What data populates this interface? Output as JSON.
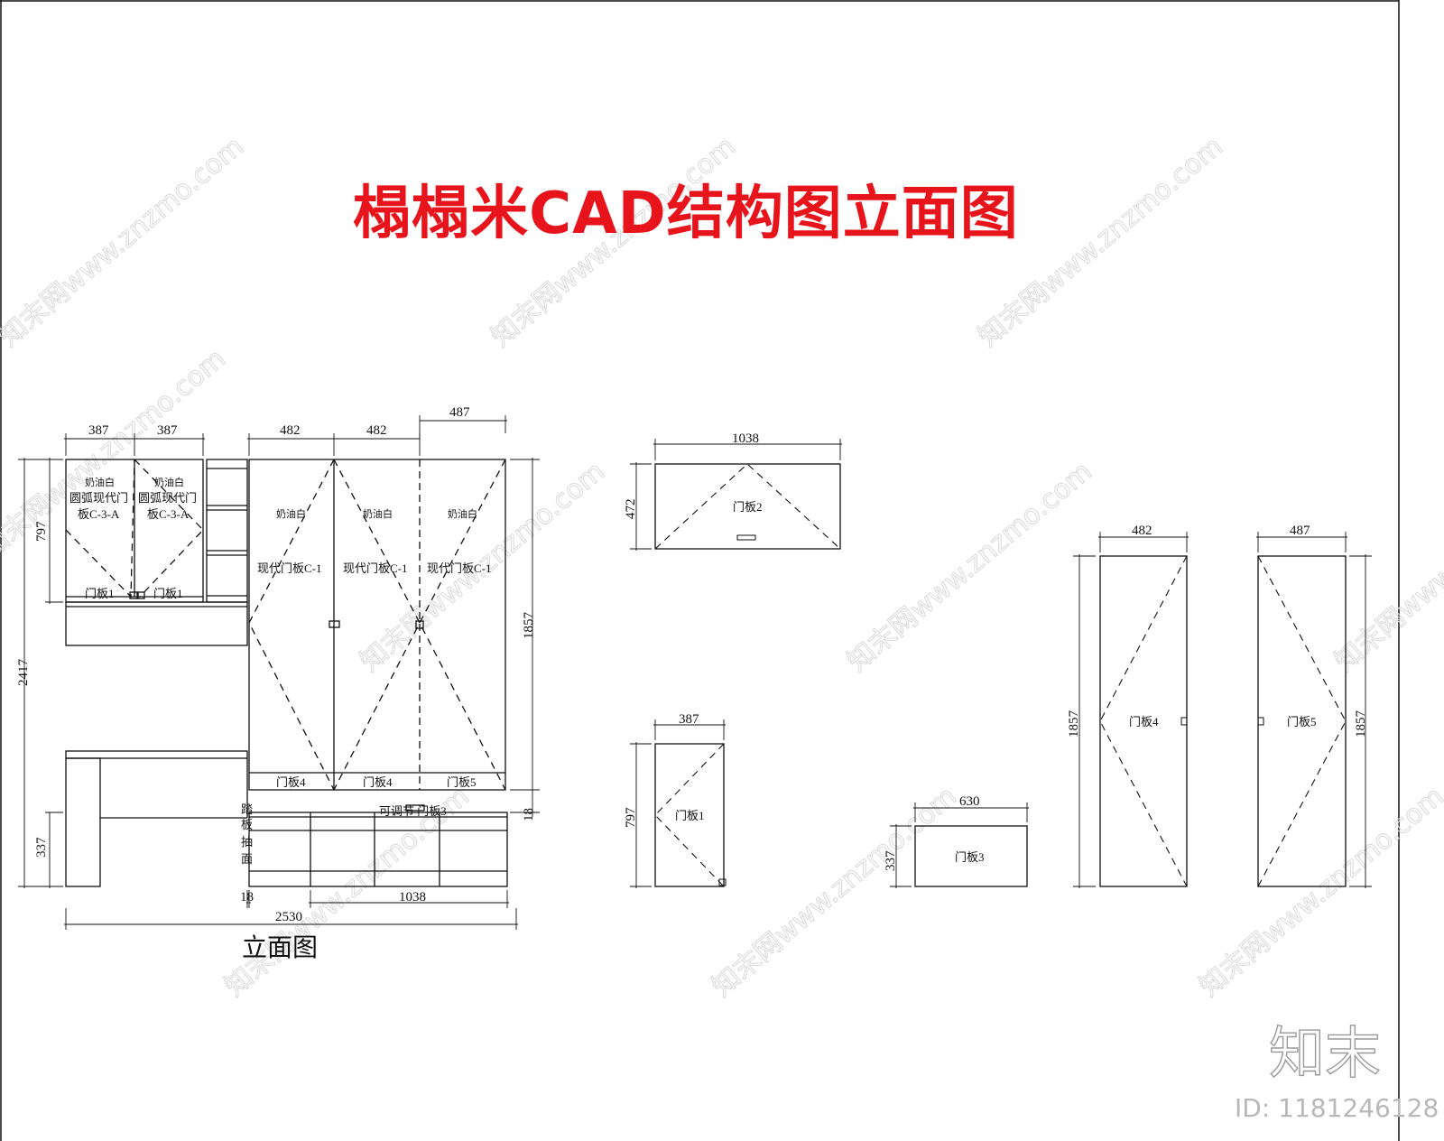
{
  "title": "榻榻米CAD结构图立面图",
  "caption": "立面图",
  "watermark": "知末网www.znzmo.com",
  "logo_text": "知末",
  "id_text": "ID: 1181246128",
  "elevation": {
    "dims": {
      "upper_left_1": "387",
      "upper_left_2": "387",
      "top_mid_1": "482",
      "top_mid_2": "482",
      "top_right": "487",
      "left_upper_height": "797",
      "total_height": "2417",
      "left_lower_height": "337",
      "right_height": "1857",
      "right_gap": "18",
      "bottom_gap": "18",
      "bottom_drawer": "1038",
      "total_width": "2530"
    },
    "labels": {
      "color_1": "奶油白",
      "color_2": "奶油白",
      "color_3": "奶油白",
      "color_4": "奶油白",
      "color_5": "奶油白",
      "arc_door_1a": "圆弧现代门",
      "arc_door_1b": "板C-3-A",
      "arc_door_2a": "圆弧现代门",
      "arc_door_2b": "板C-3-A",
      "door_a": "现代门板C-1",
      "door_b": "现代门板C-1",
      "door_c": "现代门板C-1",
      "door_1a": "门板1",
      "door_1b": "门板1",
      "door_4a": "门板4",
      "door_4b": "门板4",
      "door_5": "门板5",
      "drawer_label": "可调节 门板3",
      "side_v1": "踏",
      "side_v2": "板",
      "side_v3": "抽",
      "side_v4": "面"
    }
  },
  "details": {
    "door2": {
      "width": "1038",
      "height": "472",
      "label": "门板2"
    },
    "door1": {
      "width": "387",
      "height": "797",
      "label": "门板1"
    },
    "door3": {
      "width": "630",
      "height": "337",
      "label": "门板3"
    },
    "door4": {
      "width": "482",
      "height": "1857",
      "label": "门板4"
    },
    "door5": {
      "width": "487",
      "height": "1857",
      "label": "门板5"
    }
  }
}
